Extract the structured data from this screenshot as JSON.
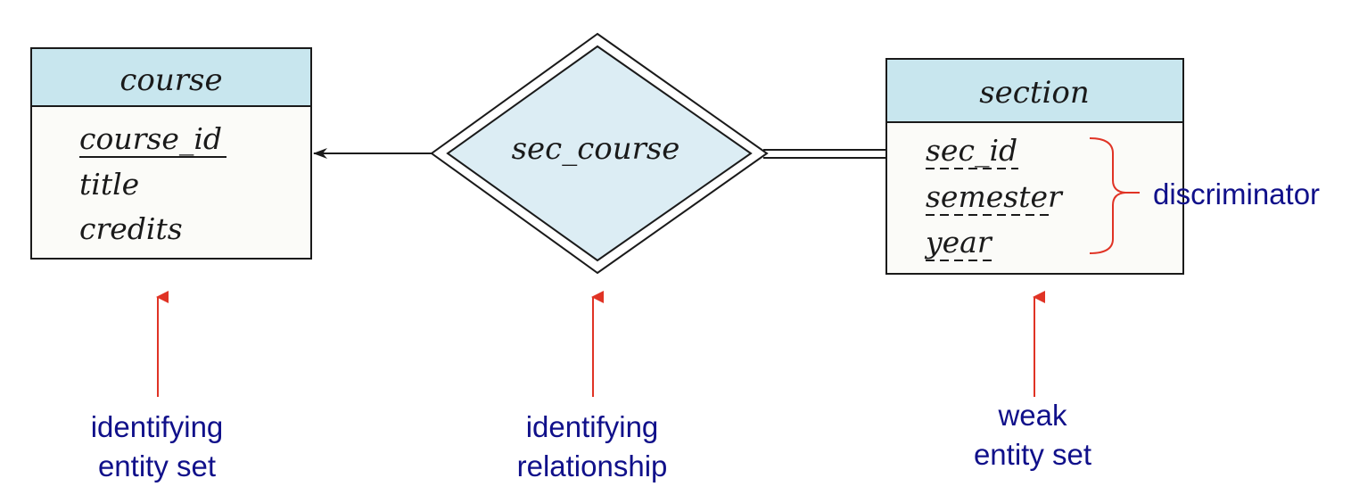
{
  "colors": {
    "header_fill": "#c8e6ee",
    "body_fill": "#fbfbf8",
    "diamond_fill": "#dcedf4",
    "line": "#1a1a1a",
    "annotation_arrow": "#e03325",
    "annotation_text": "#10108a"
  },
  "entities": {
    "course": {
      "name": "course",
      "attributes": [
        "course_id",
        "title",
        "credits"
      ],
      "primary_key": [
        "course_id"
      ]
    },
    "section": {
      "name": "section",
      "attributes": [
        "sec_id",
        "semester",
        "year"
      ],
      "discriminator": [
        "sec_id",
        "semester",
        "year"
      ]
    }
  },
  "relationship": {
    "name": "sec_course"
  },
  "annotations": {
    "discriminator": "discriminator",
    "identifying_entity_set": [
      "identifying",
      "entity set"
    ],
    "identifying_relationship": [
      "identifying",
      "relationship"
    ],
    "weak_entity_set": [
      "weak",
      "entity set"
    ]
  }
}
